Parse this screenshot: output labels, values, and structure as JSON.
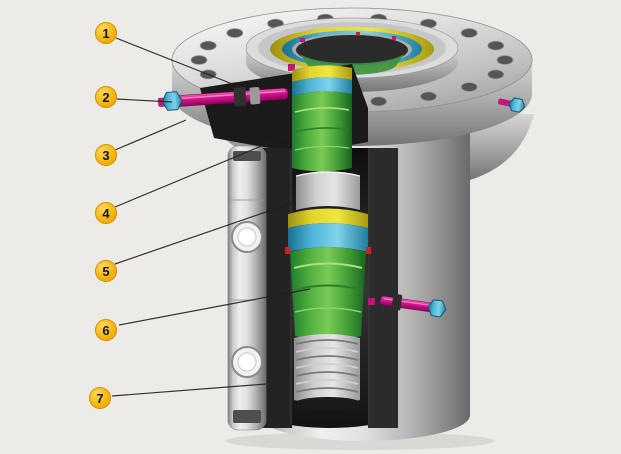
{
  "diagram": {
    "kind": "wellhead-casing-head-cutaway-illustration",
    "callouts": [
      {
        "number": "1"
      },
      {
        "number": "2"
      },
      {
        "number": "3"
      },
      {
        "number": "4"
      },
      {
        "number": "5"
      },
      {
        "number": "6"
      },
      {
        "number": "7"
      }
    ],
    "colors": {
      "background": "#edebe7",
      "callout_fill": "#f3b20a",
      "callout_text": "#181818",
      "lock_screw_magenta": "#cc1488",
      "bolt_head_cyan": "#4fb6d8",
      "hanger_green": "#4fae3e",
      "seal_ring_yellow": "#e3d62e",
      "seal_ring_cyan": "#4fb6d8",
      "metal_light": "#efefef",
      "metal_dark": "#6a6a6a",
      "section_face_dark": "#232323"
    }
  }
}
